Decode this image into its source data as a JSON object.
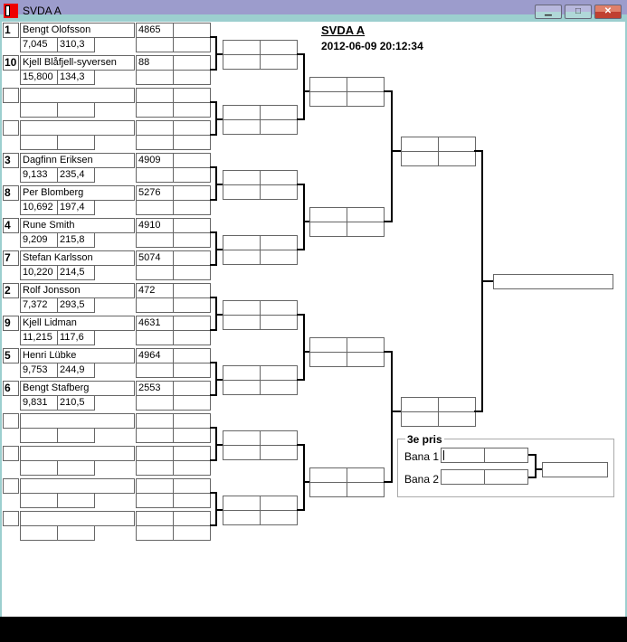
{
  "window": {
    "title": "SVDA A",
    "min_label": "▁",
    "max_label": "□",
    "close_label": "✕"
  },
  "header": {
    "title": "SVDA A",
    "date": "2012-06-09 20:12:34"
  },
  "players": [
    {
      "seed": "1",
      "name": "Bengt Olofsson",
      "t1": "7,045",
      "t2": "310,3",
      "score": "4865"
    },
    {
      "seed": "10",
      "name": "Kjell Blåfjell-syversen",
      "t1": "15,800",
      "t2": "134,3",
      "score": "88"
    },
    {
      "seed": "",
      "name": "",
      "t1": "",
      "t2": "",
      "score": ""
    },
    {
      "seed": "",
      "name": "",
      "t1": "",
      "t2": "",
      "score": ""
    },
    {
      "seed": "3",
      "name": "Dagfinn Eriksen",
      "t1": "9,133",
      "t2": "235,4",
      "score": "4909"
    },
    {
      "seed": "8",
      "name": "Per Blomberg",
      "t1": "10,692",
      "t2": "197,4",
      "score": "5276"
    },
    {
      "seed": "4",
      "name": "Rune Smith",
      "t1": "9,209",
      "t2": "215,8",
      "score": "4910"
    },
    {
      "seed": "7",
      "name": "Stefan Karlsson",
      "t1": "10,220",
      "t2": "214,5",
      "score": "5074"
    },
    {
      "seed": "2",
      "name": "Rolf Jonsson",
      "t1": "7,372",
      "t2": "293,5",
      "score": "472"
    },
    {
      "seed": "9",
      "name": "Kjell Lidman",
      "t1": "11,215",
      "t2": "117,6",
      "score": "4631"
    },
    {
      "seed": "5",
      "name": "Henri Lübke",
      "t1": "9,753",
      "t2": "244,9",
      "score": "4964"
    },
    {
      "seed": "6",
      "name": "Bengt Stafberg",
      "t1": "9,831",
      "t2": "210,5",
      "score": "2553"
    },
    {
      "seed": "",
      "name": "",
      "t1": "",
      "t2": "",
      "score": ""
    },
    {
      "seed": "",
      "name": "",
      "t1": "",
      "t2": "",
      "score": ""
    },
    {
      "seed": "",
      "name": "",
      "t1": "",
      "t2": "",
      "score": ""
    },
    {
      "seed": "",
      "name": "",
      "t1": "",
      "t2": "",
      "score": ""
    }
  ],
  "third_place": {
    "label": "3e pris",
    "lane1": "Bana 1",
    "lane2": "Bana 2"
  }
}
